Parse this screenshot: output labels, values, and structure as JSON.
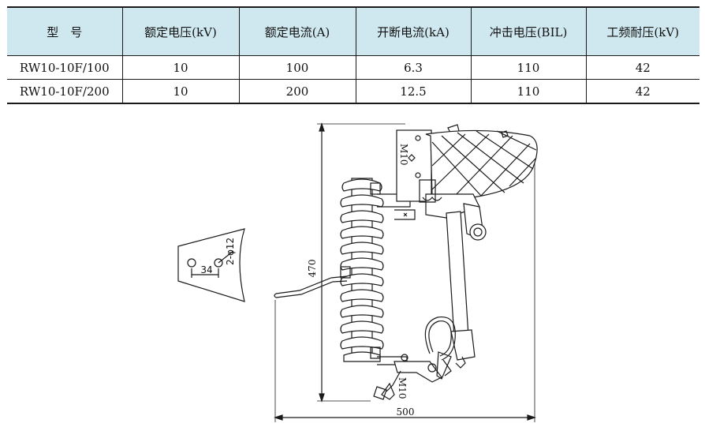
{
  "table": {
    "headers": [
      "型　号",
      "额定电压(kV)",
      "额定电流(A)",
      "开断电流(kA)",
      "冲击电压(BIL)",
      "工频耐压(kV)"
    ],
    "rows": [
      [
        "RW10-10F/100",
        "10",
        "100",
        "6.3",
        "110",
        "42"
      ],
      [
        "RW10-10F/200",
        "10",
        "200",
        "12.5",
        "110",
        "42"
      ]
    ]
  },
  "drawing": {
    "height_dim": "470",
    "width_dim": "500",
    "bolt_label_top": "M10",
    "bolt_label_bottom": "M10",
    "plate_hole_label": "2-φ12",
    "plate_spacing": "34"
  },
  "colors": {
    "header_bg": "#cfe8ef",
    "line": "#1a1a1a"
  }
}
